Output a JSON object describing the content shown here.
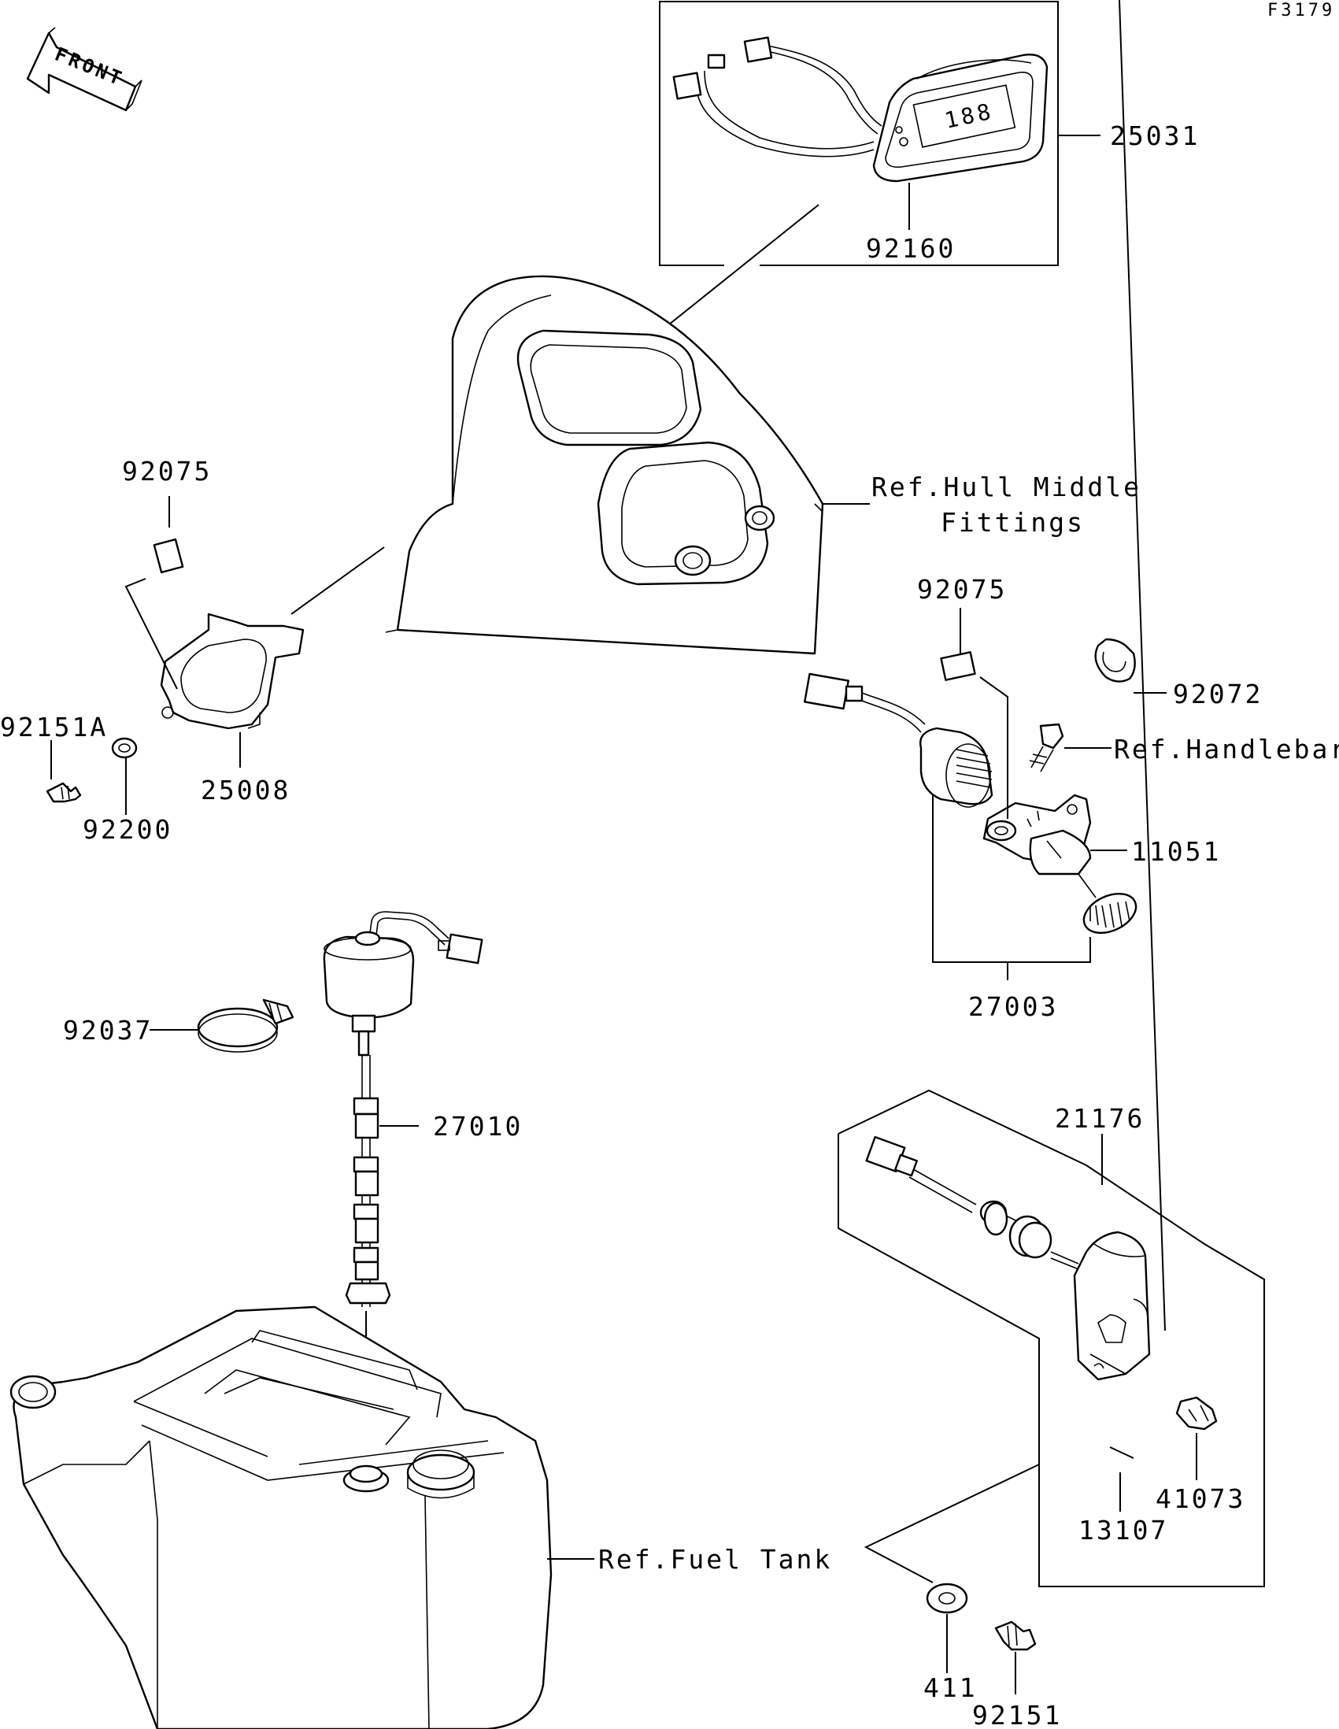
{
  "figure_id": "F3179",
  "front_arrow_label": "FRONT",
  "callouts": {
    "p25031": "25031",
    "p92160": "92160",
    "p92075_left": "92075",
    "ref_hull_line1": "Ref.Hull Middle",
    "ref_hull_line2": "Fittings",
    "p92075_right": "92075",
    "p92072": "92072",
    "ref_handlebar": "Ref.Handlebar",
    "p92151A": "92151A",
    "p25008": "25008",
    "p92200": "92200",
    "p11051": "11051",
    "p27003": "27003",
    "p92037": "92037",
    "p27010": "27010",
    "p21176": "21176",
    "p41073": "41073",
    "p13107": "13107",
    "ref_fuel_tank": "Ref.Fuel Tank",
    "p411": "411",
    "p92151": "92151"
  },
  "meter_display": "188"
}
